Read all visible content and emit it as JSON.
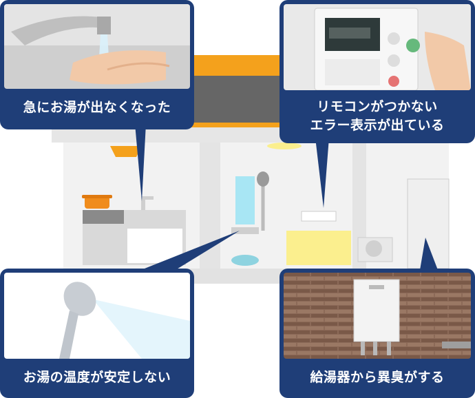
{
  "issues": [
    {
      "text": "急にお湯が出なくなった",
      "photo": "hands-under-faucet"
    },
    {
      "text": "リモコンがつかない\nエラー表示が出ている",
      "photo": "remote-control-panel"
    },
    {
      "text": "お湯の温度が安定しない",
      "photo": "shower-head-spray"
    },
    {
      "text": "給湯器から異臭がする",
      "photo": "water-heater-on-brick-wall"
    }
  ],
  "colors": {
    "card_navy": "#1f3e78",
    "roof_orange": "#f4a11c",
    "wall_gray": "#eeeeee",
    "accent_yellow": "#fbef8e",
    "fixture_blue": "#a8e6f4"
  }
}
